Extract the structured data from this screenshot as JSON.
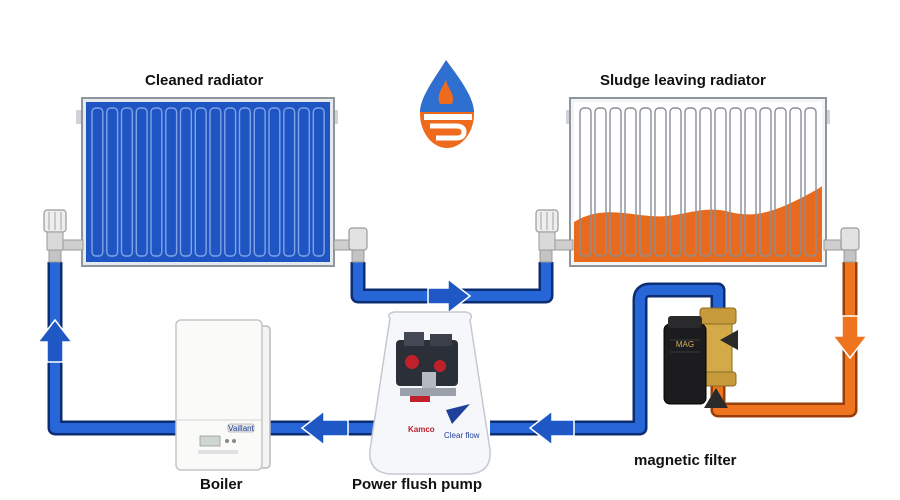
{
  "labels": {
    "cleaned_radiator": "Cleaned radiator",
    "sludge_radiator": "Sludge leaving radiator",
    "boiler": "Boiler",
    "pump": "Power flush pump",
    "filter": "magnetic filter"
  },
  "device_text": {
    "boiler_brand": "Vaillant",
    "pump_brand": "Kamco",
    "pump_model": "Clear flow",
    "filter_brand": "MAG"
  },
  "colors": {
    "clean_water": "#1f58c4",
    "sludge": "#e86a1c",
    "pipe_outline": "#0d2d72",
    "radiator_frame": "#9aa0a8"
  }
}
